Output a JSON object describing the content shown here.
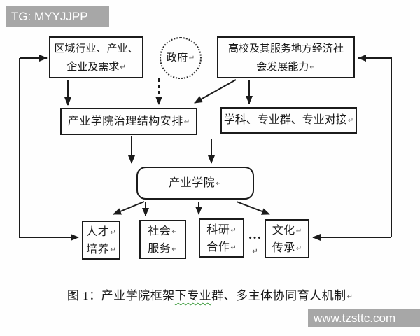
{
  "colors": {
    "banner_bg": "#a7a7a7",
    "line": "#1b1b1b",
    "wavy_underline": "#3f9c3f"
  },
  "watermarks": {
    "top_left": "TG: MYYJJPP",
    "bottom_right": "www.tzsttc.com"
  },
  "diagram": {
    "return_mark": "↵",
    "nodes": {
      "region": {
        "line1": "区域行业、产业、",
        "line2": "企业及需求"
      },
      "government": {
        "label": "政府"
      },
      "university": {
        "line1": "高校及其服务地方经济社",
        "line2": "会发展能力"
      },
      "governance": {
        "label": "产业学院治理结构安排"
      },
      "discipline": {
        "label": "学科、专业群、专业对接"
      },
      "college": {
        "label": "产业学院"
      },
      "talent": {
        "line1": "人才",
        "line2": "培养"
      },
      "social": {
        "line1": "社会",
        "line2": "服务"
      },
      "research": {
        "line1": "科研",
        "line2": "合作"
      },
      "culture": {
        "line1": "文化",
        "line2": "传承"
      },
      "ellipsis": "…"
    },
    "caption": {
      "prefix": "图 1：产业学院框架",
      "wavy": "下专业",
      "suffix": "群、多主体协同育人机制"
    }
  }
}
